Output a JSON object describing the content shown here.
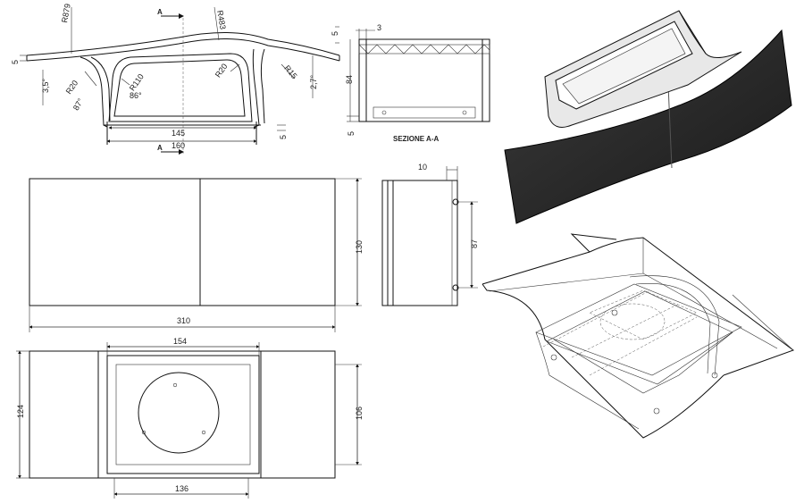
{
  "section": {
    "label_top": "A",
    "label_bottom": "A",
    "title": "SEZIONE A-A"
  },
  "front_dims": {
    "r879": "R879",
    "r483": "R483",
    "five_left": "5",
    "five_top": "5",
    "r20a": "R20",
    "r110": "R110",
    "r20b": "R20",
    "r15": "R15",
    "deg35": "3,5°",
    "deg87": "87°",
    "deg86": "86°",
    "deg27": "2,7°",
    "d145": "145",
    "d160": "160",
    "five_bottom": "5"
  },
  "section_dims": {
    "d3": "3",
    "d84": "84",
    "d5": "5"
  },
  "top_dims": {
    "d310": "310",
    "d130": "130"
  },
  "side_dims": {
    "d10": "10",
    "d87": "87"
  },
  "bottom_dims": {
    "d154": "154",
    "d124": "124",
    "d106": "106",
    "d136": "136"
  }
}
